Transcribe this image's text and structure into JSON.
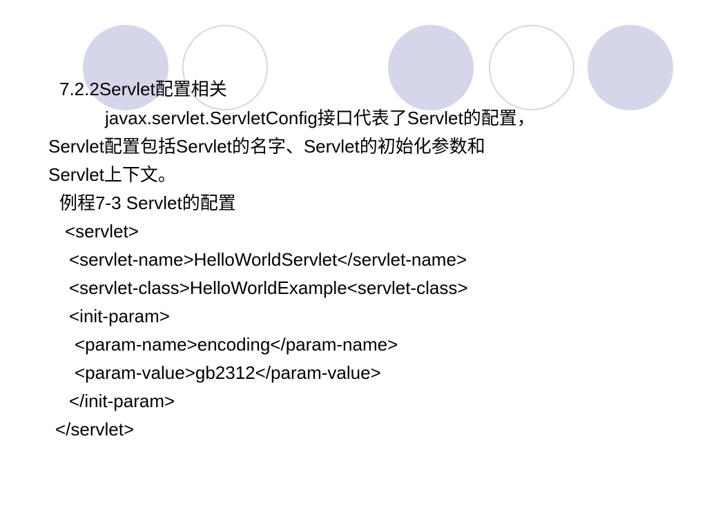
{
  "slide": {
    "heading": "7.2.2Servlet配置相关",
    "paragraph_lines": [
      "javax.servlet.ServletConfig接口代表了Servlet的配置，",
      "Servlet配置包括Servlet的名字、Servlet的初始化参数和",
      "Servlet上下文。"
    ],
    "example_title": "例程7-3 Servlet的配置",
    "code_lines": [
      "<servlet>",
      "<servlet-name>HelloWorldServlet</servlet-name>",
      "<servlet-class>HelloWorldExample<servlet-class>",
      "<init-param>",
      "<param-name>encoding</param-name>",
      "<param-value>gb2312</param-value>",
      "</init-param>",
      "</servlet>"
    ]
  },
  "colors": {
    "circle_fill": "#d6d6ea",
    "text": "#000000",
    "background": "#ffffff"
  }
}
